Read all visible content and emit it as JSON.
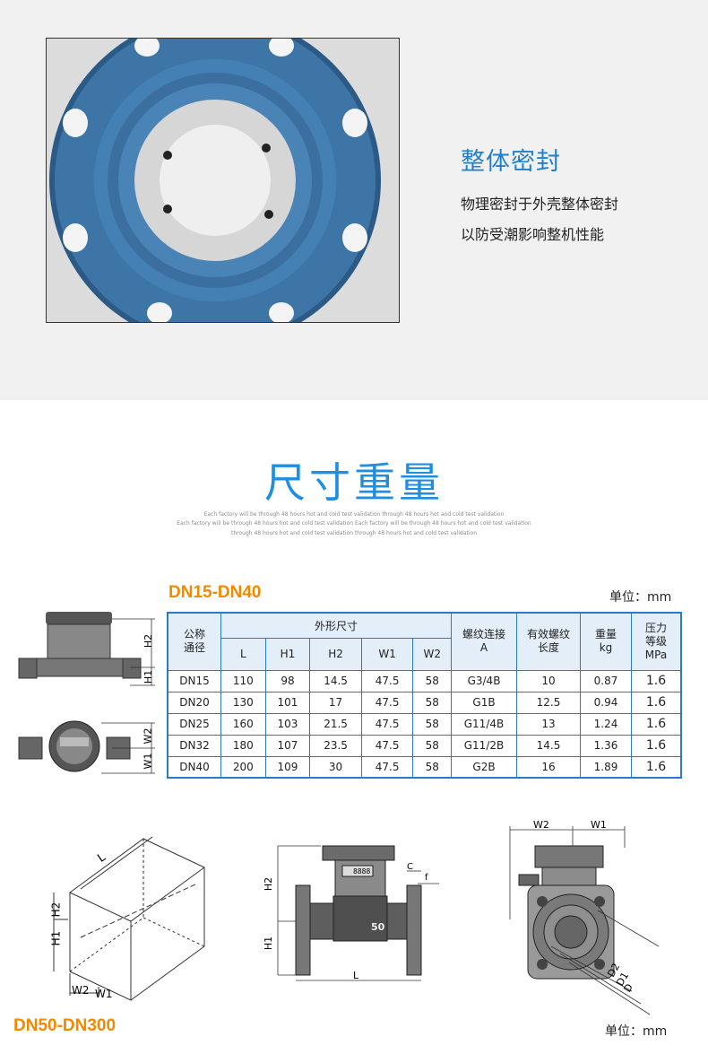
{
  "seal": {
    "title": "整体密封",
    "line1": "物理密封于外壳整体密封",
    "line2": "以防受潮影响整机性能"
  },
  "section_title": "尺寸重量",
  "fineprint": [
    "Each factory will be through 48 hours hot and cold test validation through 48 hours hot and cold test validation",
    "Each factory will be through 48 hours hot and cold test validation Each factory will be through 48 hours hot and cold test validation",
    "through 48 hours hot and cold test validation through 48 hours hot and cold test validation"
  ],
  "small_range": {
    "label": "DN15-DN40",
    "unit": "单位：mm"
  },
  "table": {
    "h_nominal_1": "公称",
    "h_nominal_2": "通径",
    "h_dims": "外形尺寸",
    "h_L": "L",
    "h_H1": "H1",
    "h_H2": "H2",
    "h_W1": "W1",
    "h_W2": "W2",
    "h_thread_1": "螺纹连接",
    "h_thread_2": "A",
    "h_eff_1": "有效螺纹",
    "h_eff_2": "长度",
    "h_weight_1": "重量",
    "h_weight_2": "kg",
    "h_press_1": "压力",
    "h_press_2": "等级",
    "h_press_3": "MPa",
    "rows": [
      {
        "dn": "DN15",
        "L": "110",
        "H1": "98",
        "H2": "14.5",
        "W1": "47.5",
        "W2": "58",
        "A": "G3/4B",
        "eff": "10",
        "kg": "0.87",
        "mpa": "1.6"
      },
      {
        "dn": "DN20",
        "L": "130",
        "H1": "101",
        "H2": "17",
        "W1": "47.5",
        "W2": "58",
        "A": "G1B",
        "eff": "12.5",
        "kg": "0.94",
        "mpa": "1.6"
      },
      {
        "dn": "DN25",
        "L": "160",
        "H1": "103",
        "H2": "21.5",
        "W1": "47.5",
        "W2": "58",
        "A": "G11/4B",
        "eff": "13",
        "kg": "1.24",
        "mpa": "1.6"
      },
      {
        "dn": "DN32",
        "L": "180",
        "H1": "107",
        "H2": "23.5",
        "W1": "47.5",
        "W2": "58",
        "A": "G11/2B",
        "eff": "14.5",
        "kg": "1.36",
        "mpa": "1.6"
      },
      {
        "dn": "DN40",
        "L": "200",
        "H1": "109",
        "H2": "30",
        "W1": "47.5",
        "W2": "58",
        "A": "G2B",
        "eff": "16",
        "kg": "1.89",
        "mpa": "1.6"
      }
    ]
  },
  "small_diagram_labels": {
    "h2": "H2",
    "h1": "H1",
    "w2": "W2",
    "w1": "W1"
  },
  "large_range": {
    "label": "DN50-DN300",
    "unit": "单位：mm"
  },
  "box_labels": {
    "l": "L",
    "h2": "H2",
    "h1": "H1",
    "w2": "W2",
    "w1": "W1"
  },
  "front_labels": {
    "h2": "H2",
    "h1": "H1",
    "l": "L",
    "c": "C",
    "f": "f",
    "display": "8888",
    "mark": "50"
  },
  "side_labels": {
    "w2": "W2",
    "w1": "W1",
    "d2": "D2",
    "d1": "D1",
    "d": "D"
  },
  "colors": {
    "accent_blue": "#1e8fe0",
    "orange": "#f28a00",
    "table_border": "#2c79c7",
    "flange": "#3d75a6"
  }
}
